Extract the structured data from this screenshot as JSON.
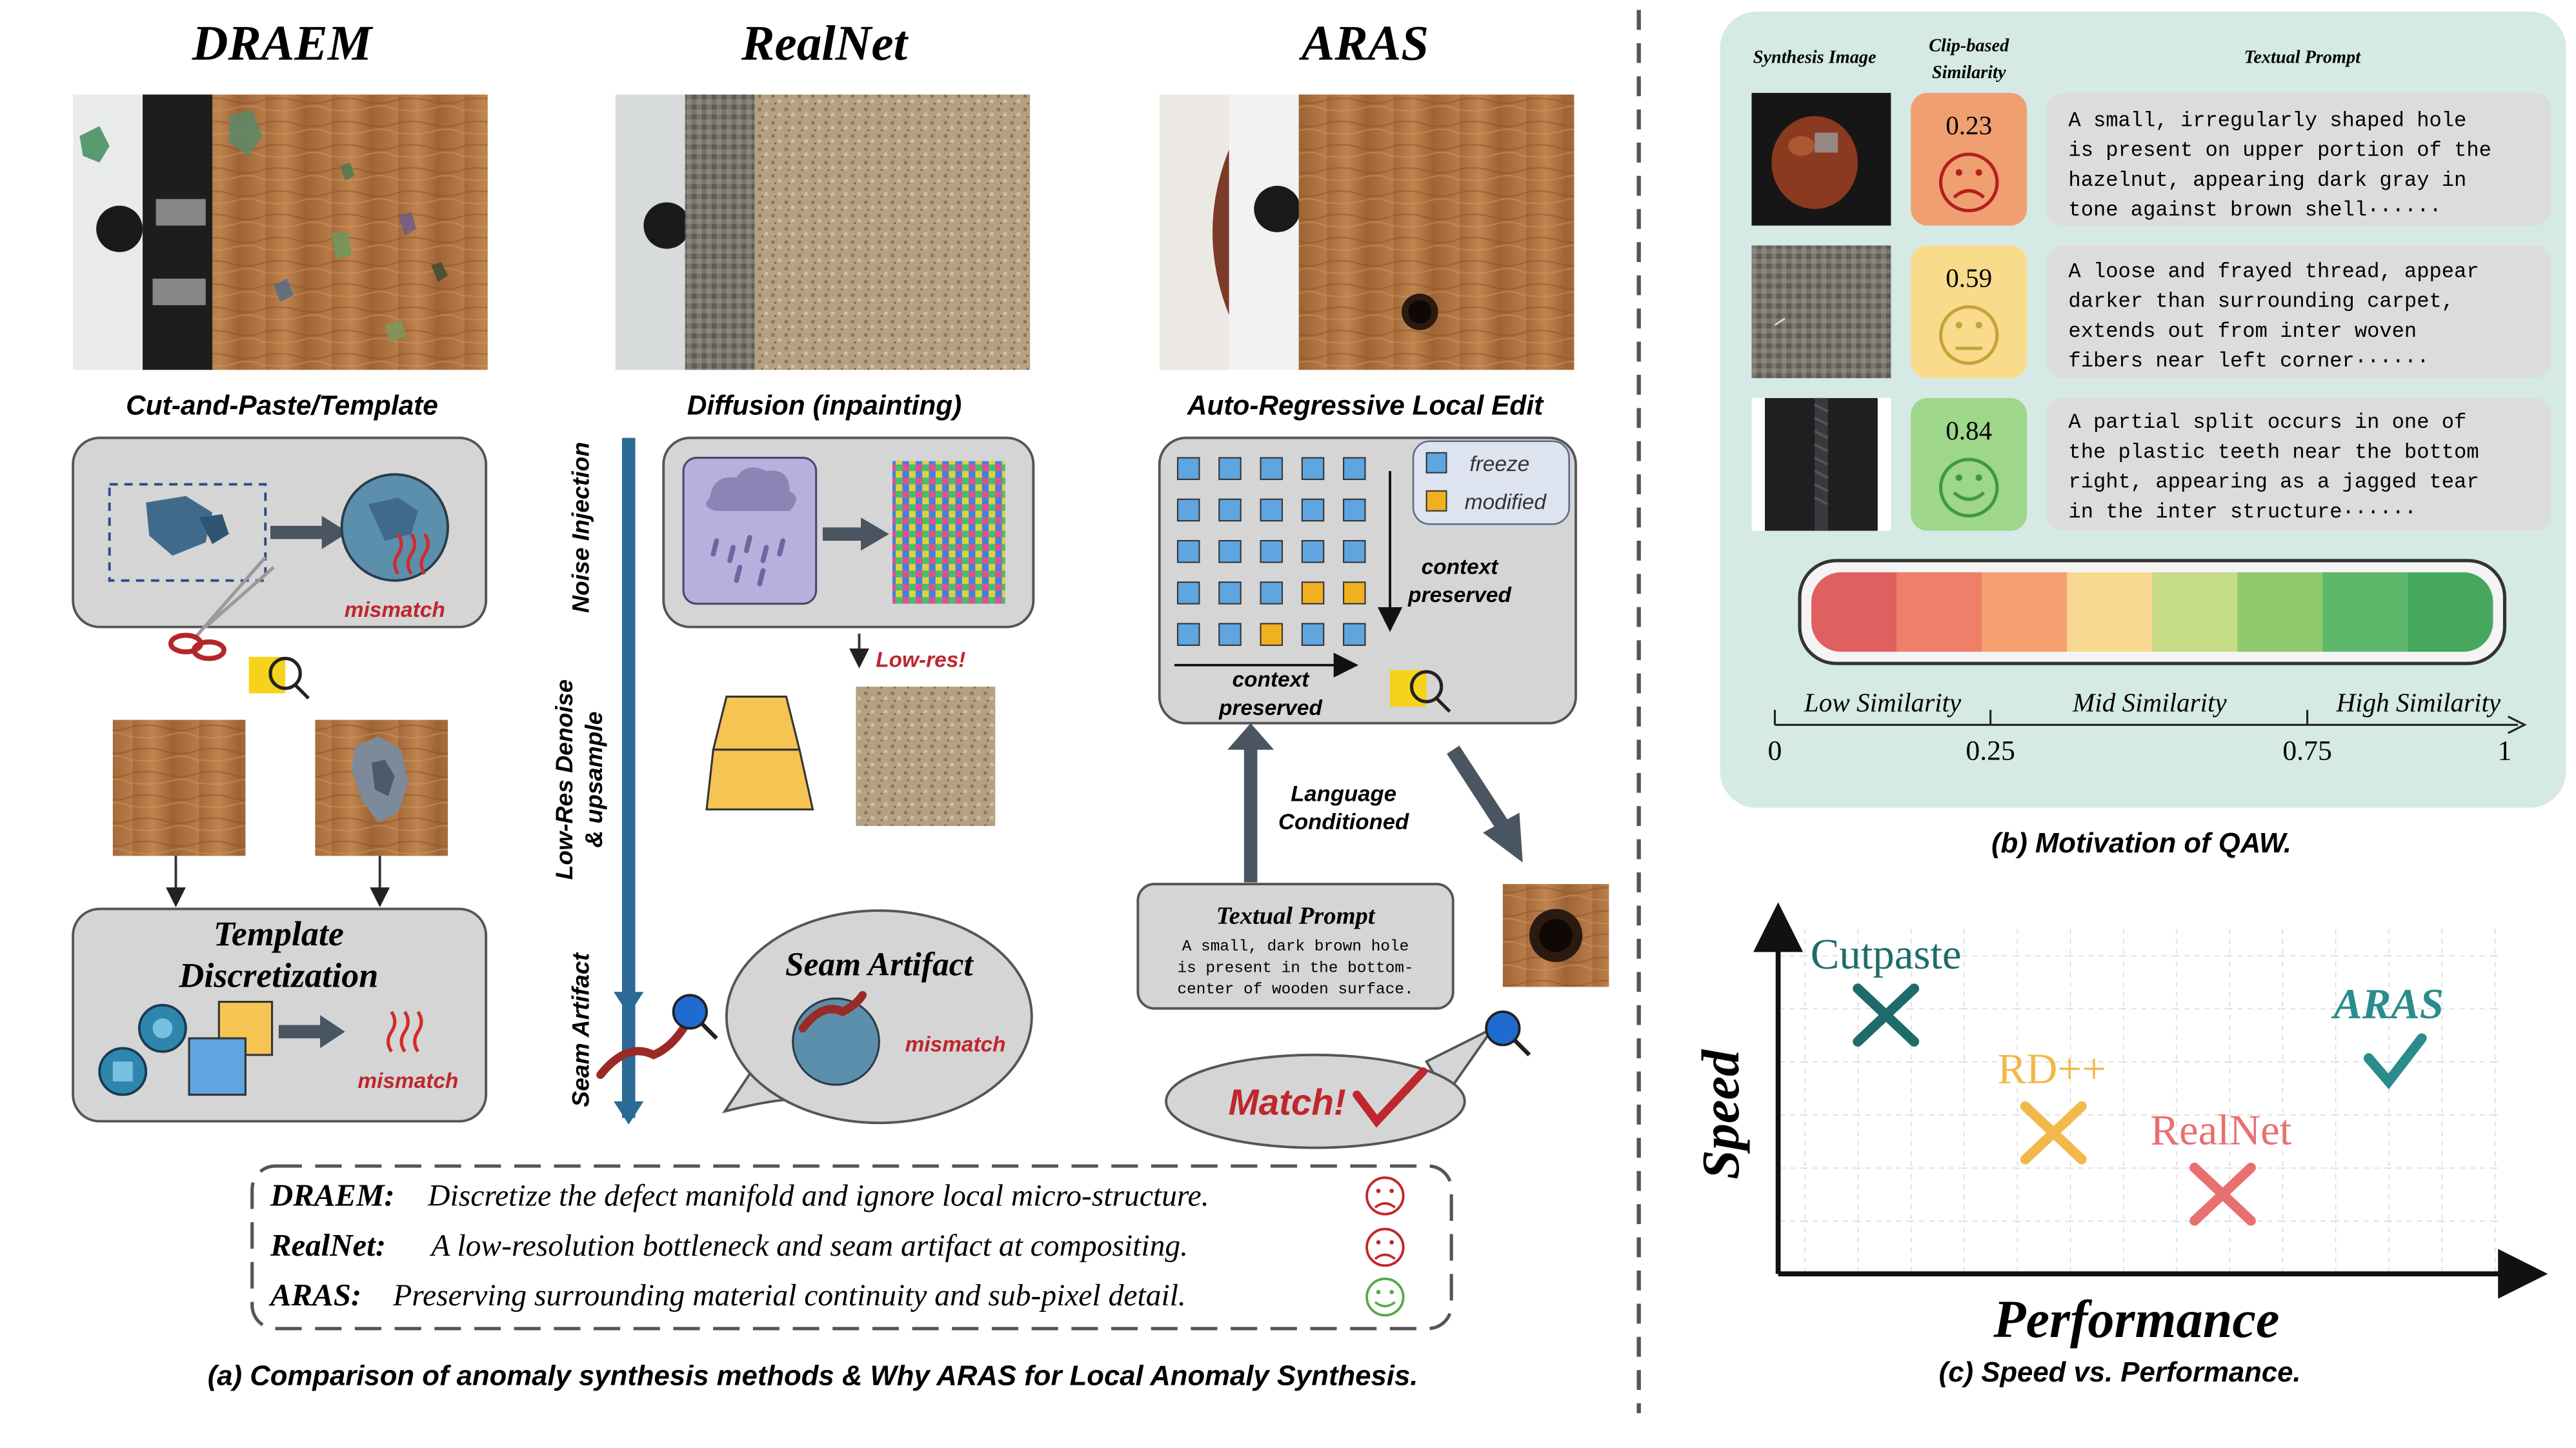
{
  "panel_a": {
    "methods": [
      "DRAEM",
      "RealNet",
      "ARAS"
    ],
    "subtitles": [
      "Cut-and-Paste/Template",
      "Diffusion (inpainting)",
      "Auto-Regressive Local Edit"
    ],
    "draem": {
      "mismatch": "mismatch",
      "template_line1": "Template",
      "template_line2": "Discretization",
      "mismatch2": "mismatch"
    },
    "realnet": {
      "noise_injection": "Noise Injection",
      "lowres_line1": "Low-Res Denoise",
      "lowres_line2": "& upsample",
      "seam_artifact_axis": "Seam Artifact",
      "low_res": "Low-res!",
      "seam_artifact_bubble": "Seam Artifact",
      "mismatch": "mismatch"
    },
    "aras": {
      "legend_freeze": "freeze",
      "legend_modified": "modified",
      "context_preserved_right_1": "context",
      "context_preserved_right_2": "preserved",
      "context_preserved_bottom_1": "context",
      "context_preserved_bottom_2": "preserved",
      "language_1": "Language",
      "language_2": "Conditioned",
      "prompt_title": "Textual Prompt",
      "prompt_lines": [
        "A small, dark brown hole",
        "is present in the bottom-",
        "center of wooden surface."
      ],
      "match": "Match!"
    },
    "summary": [
      {
        "name": "DRAEM:",
        "text": "Discretize the defect manifold and ignore local micro-structure.",
        "mood": "sad"
      },
      {
        "name": "RealNet:",
        "text": "A low-resolution bottleneck and seam artifact at compositing.",
        "mood": "sad"
      },
      {
        "name": "ARAS:",
        "text": "Preserving surrounding material continuity and sub-pixel detail.",
        "mood": "happy"
      }
    ],
    "caption": "(a) Comparison of anomaly synthesis methods & Why ARAS for Local Anomaly Synthesis."
  },
  "panel_b": {
    "headers": {
      "image": "Synthesis Image",
      "clip_1": "Clip-based",
      "clip_2": "Similarity",
      "prompt": "Textual Prompt"
    },
    "rows": [
      {
        "score": "0.23",
        "mood": "sad",
        "color": "#f0a070",
        "lines": [
          "A small, irregularly shaped hole",
          "is present on upper portion of the",
          "hazelnut, appearing dark gray in",
          "tone against brown shell······"
        ]
      },
      {
        "score": "0.59",
        "mood": "neutral",
        "color": "#f8dc8c",
        "lines": [
          "A loose and frayed thread, appear",
          "darker than surrounding carpet,",
          "extends out from inter woven",
          "fibers near left corner······"
        ]
      },
      {
        "score": "0.84",
        "mood": "happy",
        "color": "#9ed68a",
        "lines": [
          "A partial split occurs in one of",
          "the plastic teeth near the bottom",
          "right, appearing as a jagged tear",
          "in the inter structure······"
        ]
      }
    ],
    "bar_colors": [
      "#e06060",
      "#ef7f68",
      "#f5a070",
      "#f8d890",
      "#c7dc86",
      "#8ec96e",
      "#5db86b",
      "#45a85e"
    ],
    "scale_labels": [
      "Low Similarity",
      "Mid Similarity",
      "High Similarity"
    ],
    "ticks": [
      "0",
      "0.25",
      "0.75",
      "1"
    ],
    "caption": "(b) Motivation of QAW."
  },
  "panel_c": {
    "xlabel": "Performance",
    "ylabel": "Speed",
    "points": [
      {
        "name": "Cutpaste",
        "color": "#1f6b6b",
        "marker": "cross"
      },
      {
        "name": "RD++",
        "color": "#f2b84a",
        "marker": "cross"
      },
      {
        "name": "RealNet",
        "color": "#e87070",
        "marker": "cross"
      },
      {
        "name": "ARAS",
        "color": "#2a8c8c",
        "marker": "check"
      }
    ],
    "caption": "(c) Speed vs. Performance."
  }
}
